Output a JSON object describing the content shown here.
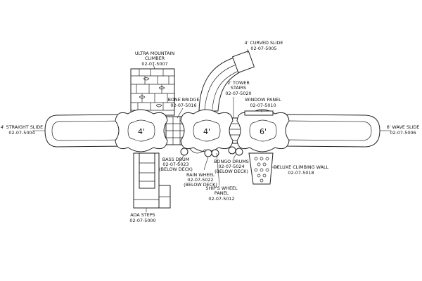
{
  "labels": {
    "ultra_mountain": {
      "name": "ULTRA MOUNTAIN",
      "name2": "CLIMBER",
      "part": "02-07-5007"
    },
    "curved_slide": {
      "name": "4' CURVED SLIDE",
      "part": "02-07-5005"
    },
    "tower_stairs": {
      "name": "2' TOWER",
      "name2": "STAIRS",
      "part": "02-07-5020"
    },
    "window_panel": {
      "name": "WINDOW PANEL",
      "part": "02-07-5010"
    },
    "bone_bridge": {
      "name": "BONE BRIDGE",
      "part": "02-07-5016"
    },
    "straight_slide": {
      "name": "4' STRAIGHT SLIDE",
      "part": "02-07-5004"
    },
    "wave_slide": {
      "name": "6' WAVE SLIDE",
      "part": "02-07-5006"
    },
    "bass_drum": {
      "name": "BASS DRUM",
      "part": "02-07-5023",
      "note": "(BELOW DECK)"
    },
    "bongo_drums": {
      "name": "BONGO DRUMS",
      "part": "02-07-5024",
      "note": "(BELOW DECK)"
    },
    "rain_wheel": {
      "name": "RAIN WHEEL",
      "part": "02-07-5022",
      "note": "(BELOW DECK)"
    },
    "deluxe_wall": {
      "name": "DELUXE CLIMBING WALL",
      "part": "02-07-5018"
    },
    "ships_wheel": {
      "name": "SHIP'S WHEEL",
      "name2": "PANEL",
      "part": "02-07-5012"
    },
    "ada_steps": {
      "name": "ADA STEPS",
      "part": "02-07-5000"
    }
  },
  "decks": {
    "left": "4'",
    "center": "4'",
    "right": "6'"
  }
}
